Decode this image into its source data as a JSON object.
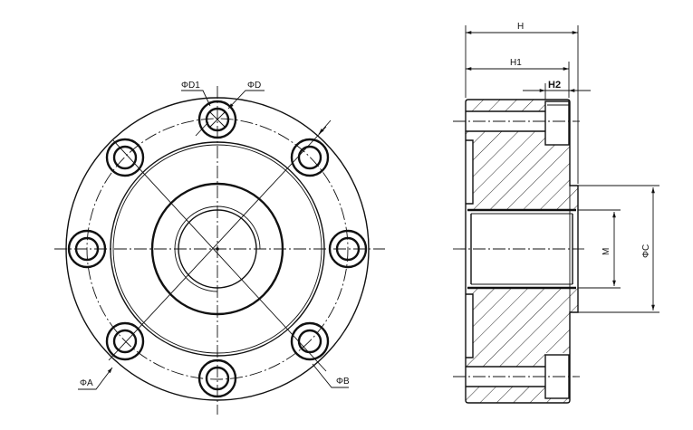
{
  "drawing": {
    "type": "engineering drawing",
    "subject": "flange coupling / hub",
    "views": [
      "front view",
      "side section view"
    ],
    "colors": {
      "line": "#111111",
      "background": "#ffffff"
    }
  },
  "front_view": {
    "bolt_hole_count": 8,
    "labels": {
      "d1": "ΦD1",
      "d": "ΦD",
      "a": "ΦA",
      "b": "ΦB"
    }
  },
  "section_view": {
    "labels": {
      "h": "H",
      "h1": "H1",
      "h2": "H2",
      "m": "M",
      "c": "ΦC"
    }
  }
}
